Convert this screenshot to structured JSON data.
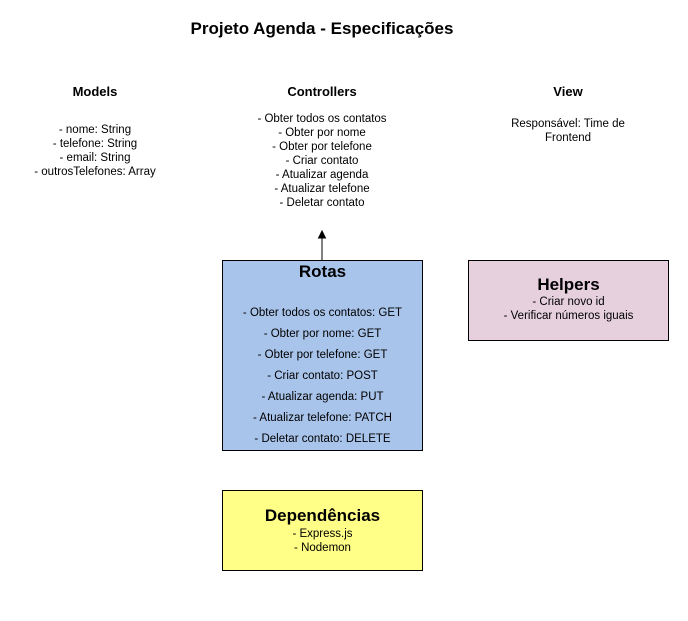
{
  "title": "Projeto Agenda - Especificações",
  "models": {
    "heading": "Models",
    "items": [
      "- nome: String",
      "- telefone: String",
      "- email: String",
      "- outrosTelefones: Array"
    ]
  },
  "controllers": {
    "heading": "Controllers",
    "items": [
      "- Obter todos os contatos",
      "- Obter por nome",
      "- Obter por telefone",
      "- Criar contato",
      "- Atualizar agenda",
      "- Atualizar telefone",
      "- Deletar contato"
    ]
  },
  "view": {
    "heading": "View",
    "lines": [
      "Responsável: Time de",
      "Frontend"
    ]
  },
  "rotas": {
    "title": "Rotas",
    "items": [
      "- Obter todos os contatos: GET",
      "- Obter por nome: GET",
      "- Obter por telefone: GET",
      "- Criar contato: POST",
      "- Atualizar agenda: PUT",
      "- Atualizar telefone: PATCH",
      "- Deletar contato: DELETE"
    ],
    "fill": "#a9c4eb"
  },
  "helpers": {
    "title": "Helpers",
    "items": [
      "- Criar novo id",
      "- Verificar números iguais"
    ],
    "fill": "#e6d0de"
  },
  "dependencias": {
    "title": "Dependências",
    "items": [
      "- Express.js",
      "- Nodemon"
    ],
    "fill": "#ffff88"
  },
  "edges": [
    {
      "from": "rotas",
      "to": "controllers",
      "arrow": "end"
    }
  ]
}
